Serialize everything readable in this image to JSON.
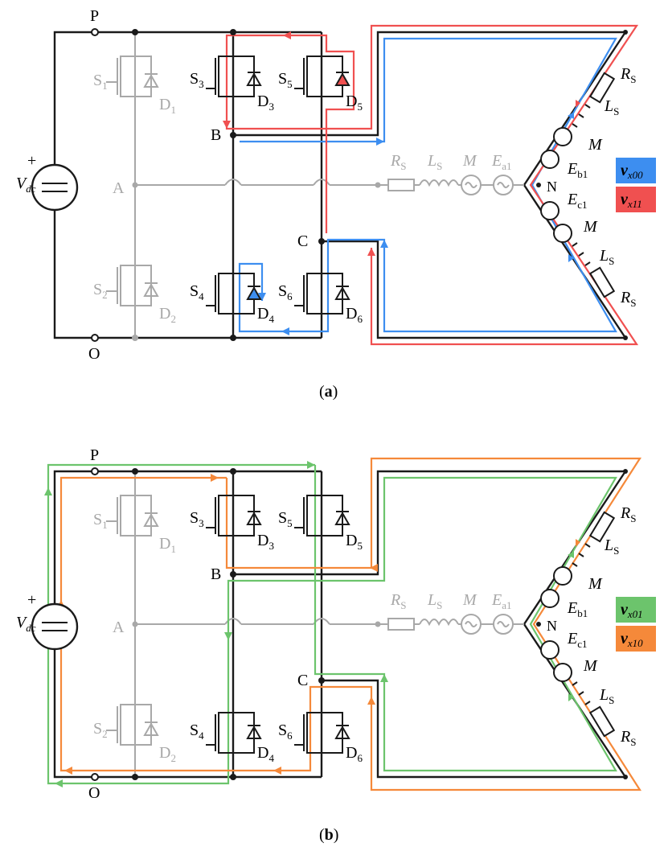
{
  "panels": [
    {
      "caption": "a",
      "labels": {
        "P": "P",
        "O": "O",
        "A": "A",
        "B": "B",
        "C": "C",
        "N": "N"
      },
      "legend": [
        {
          "main": "v",
          "sub": "x00",
          "color": "#3d8ef0"
        },
        {
          "main": "v",
          "sub": "x11",
          "color": "#f05050"
        }
      ]
    },
    {
      "caption": "b",
      "labels": {
        "P": "P",
        "O": "O",
        "A": "A",
        "B": "B",
        "C": "C",
        "N": "N"
      },
      "legend": [
        {
          "main": "v",
          "sub": "x01",
          "color": "#6cc46c"
        },
        {
          "main": "v",
          "sub": "x10",
          "color": "#f5893a"
        }
      ]
    }
  ],
  "components": {
    "vdc": {
      "main": "V",
      "sub": "dc",
      "plus": "+"
    },
    "switches": [
      {
        "s": "1",
        "d": "1"
      },
      {
        "s": "2",
        "d": "2"
      },
      {
        "s": "3",
        "d": "3"
      },
      {
        "s": "4",
        "d": "4"
      },
      {
        "s": "5",
        "d": "5"
      },
      {
        "s": "6",
        "d": "6"
      }
    ],
    "rs": {
      "main": "R",
      "sub": "S"
    },
    "ls": {
      "main": "L",
      "sub": "S"
    },
    "m": "M",
    "ea1": {
      "main": "E",
      "sub": "a1"
    },
    "eb1": {
      "main": "E",
      "sub": "b1"
    },
    "ec1": {
      "main": "E",
      "sub": "c1"
    }
  },
  "colors": {
    "wire": "#1a1a1a",
    "ghost": "#a8a8a8"
  }
}
